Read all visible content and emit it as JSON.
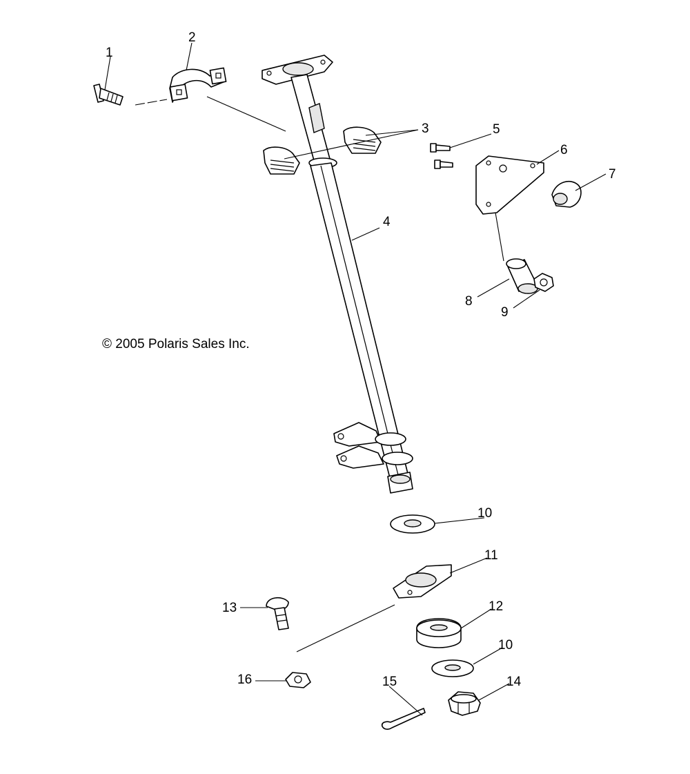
{
  "copyright": "© 2005 Polaris Sales Inc.",
  "callouts": {
    "c1": "1",
    "c2": "2",
    "c3": "3",
    "c4": "4",
    "c5": "5",
    "c6": "6",
    "c7": "7",
    "c8": "8",
    "c9": "9",
    "c10a": "10",
    "c11": "11",
    "c12": "12",
    "c10b": "10",
    "c13": "13",
    "c14": "14",
    "c15": "15",
    "c16": "16"
  }
}
